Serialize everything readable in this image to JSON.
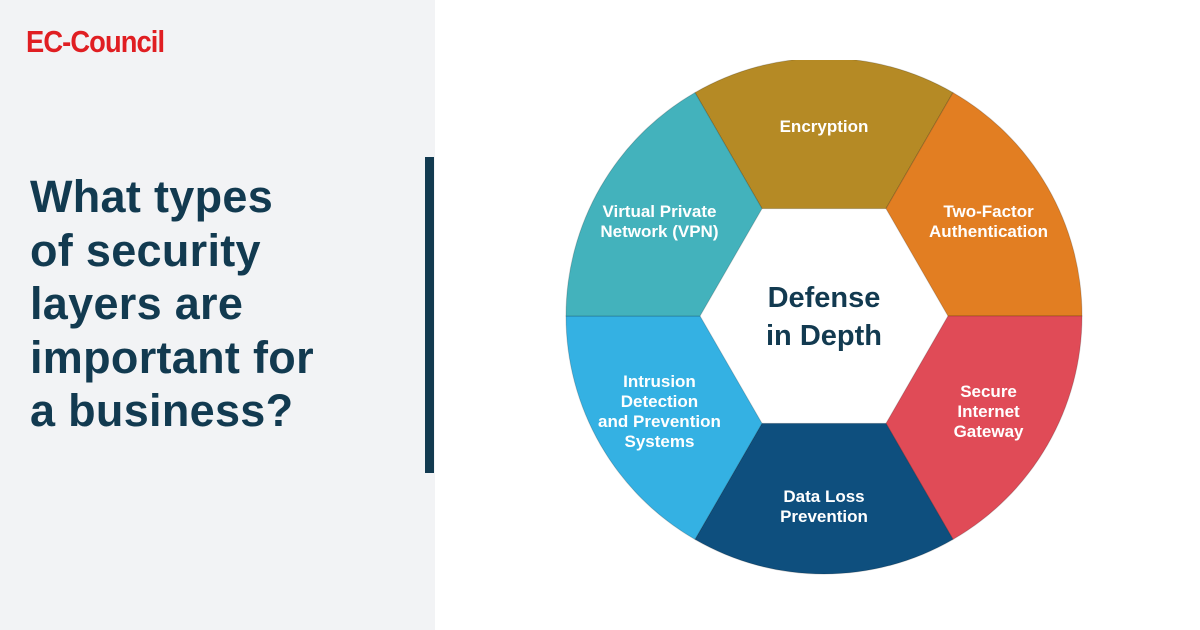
{
  "brand": {
    "logo_text": "EC-Council"
  },
  "headline": {
    "text": "What types\nof security\nlayers are\nimportant for\na business?"
  },
  "diagram": {
    "center_lines": [
      "Defense",
      "in Depth"
    ],
    "segments": [
      {
        "name": "encryption",
        "lines": [
          "Encryption"
        ],
        "color": "#b58a25"
      },
      {
        "name": "two-factor-authentication",
        "lines": [
          "Two-Factor",
          "Authentication"
        ],
        "color": "#e27e22"
      },
      {
        "name": "secure-internet-gateway",
        "lines": [
          "Secure",
          "Internet",
          "Gateway"
        ],
        "color": "#e04b57"
      },
      {
        "name": "data-loss-prevention",
        "lines": [
          "Data Loss",
          "Prevention"
        ],
        "color": "#0e4f7e"
      },
      {
        "name": "intrusion-detection-prevention",
        "lines": [
          "Intrusion",
          "Detection",
          "and Prevention",
          "Systems"
        ],
        "color": "#34b1e3"
      },
      {
        "name": "vpn",
        "lines": [
          "Virtual Private",
          "Network (VPN)"
        ],
        "color": "#43b2bc"
      }
    ]
  }
}
